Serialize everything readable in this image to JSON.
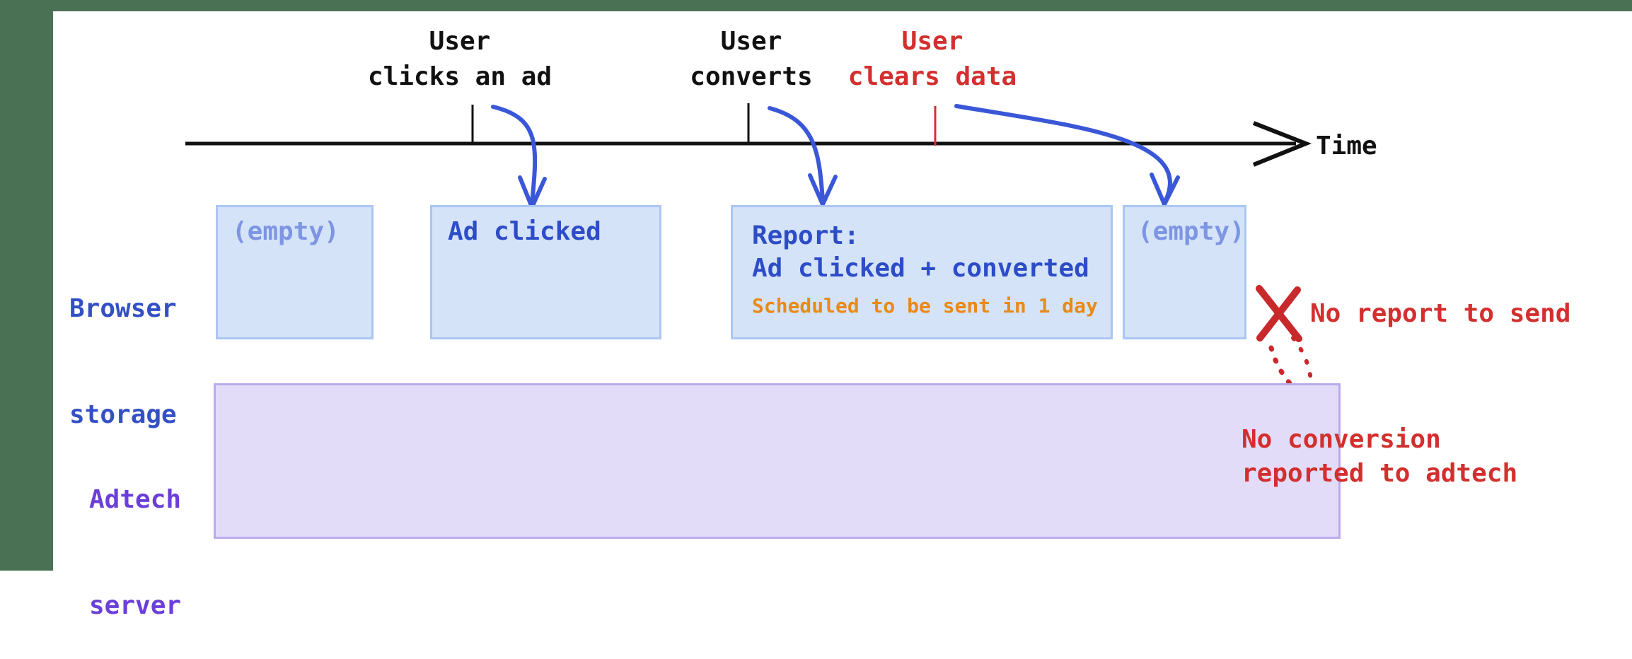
{
  "diagram_title_implicit": "Attribution report lifecycle when user clears data",
  "timeline": {
    "axis_label": "Time",
    "events": [
      {
        "line1": "User",
        "line2": "clicks an ad",
        "color": "black"
      },
      {
        "line1": "User",
        "line2": "converts",
        "color": "black"
      },
      {
        "line1": "User",
        "line2": "clears data",
        "color": "red"
      }
    ]
  },
  "rows": [
    {
      "id": "browser-storage",
      "line1": "Browser",
      "line2": "storage"
    },
    {
      "id": "adtech-server",
      "line1": "Adtech",
      "line2": "server"
    }
  ],
  "storage_boxes": [
    {
      "title": "(empty)",
      "muted": true
    },
    {
      "title": "Ad clicked",
      "muted": false
    },
    {
      "title": "Report:",
      "line2": "Ad clicked + converted",
      "note": "Scheduled to be sent in 1 day",
      "muted": false
    },
    {
      "title": "(empty)",
      "muted": true
    }
  ],
  "annotations": {
    "no_report": "No report to send",
    "no_conversion_line1": "No conversion",
    "no_conversion_line2": "reported to adtech"
  },
  "icons": {
    "timeline_arrowhead": "open right chevron",
    "event_arrows": "hand-drawn blue curved arrows with open V heads",
    "cross": "red X scribble",
    "dotted_trajectory": "red dotted arc ending in blob"
  },
  "colors": {
    "frame_green": "#4a7153",
    "axis_black": "#111111",
    "event_red": "#d32f2f",
    "arrow_blue": "#3a57d7",
    "storage_box_fill": "#d4e3f8",
    "storage_box_border": "#abc6f2",
    "storage_text_blue": "#2d4cc8",
    "empty_text_blue": "#7d95e3",
    "browser_label_blue": "#3450c5",
    "adtech_label_purple": "#6b3fd8",
    "server_box_fill": "#e3dcf8",
    "server_box_border": "#bcaaee",
    "note_orange": "#e98a15",
    "cross_red": "#c8292b",
    "blob_red": "#ab3352"
  }
}
